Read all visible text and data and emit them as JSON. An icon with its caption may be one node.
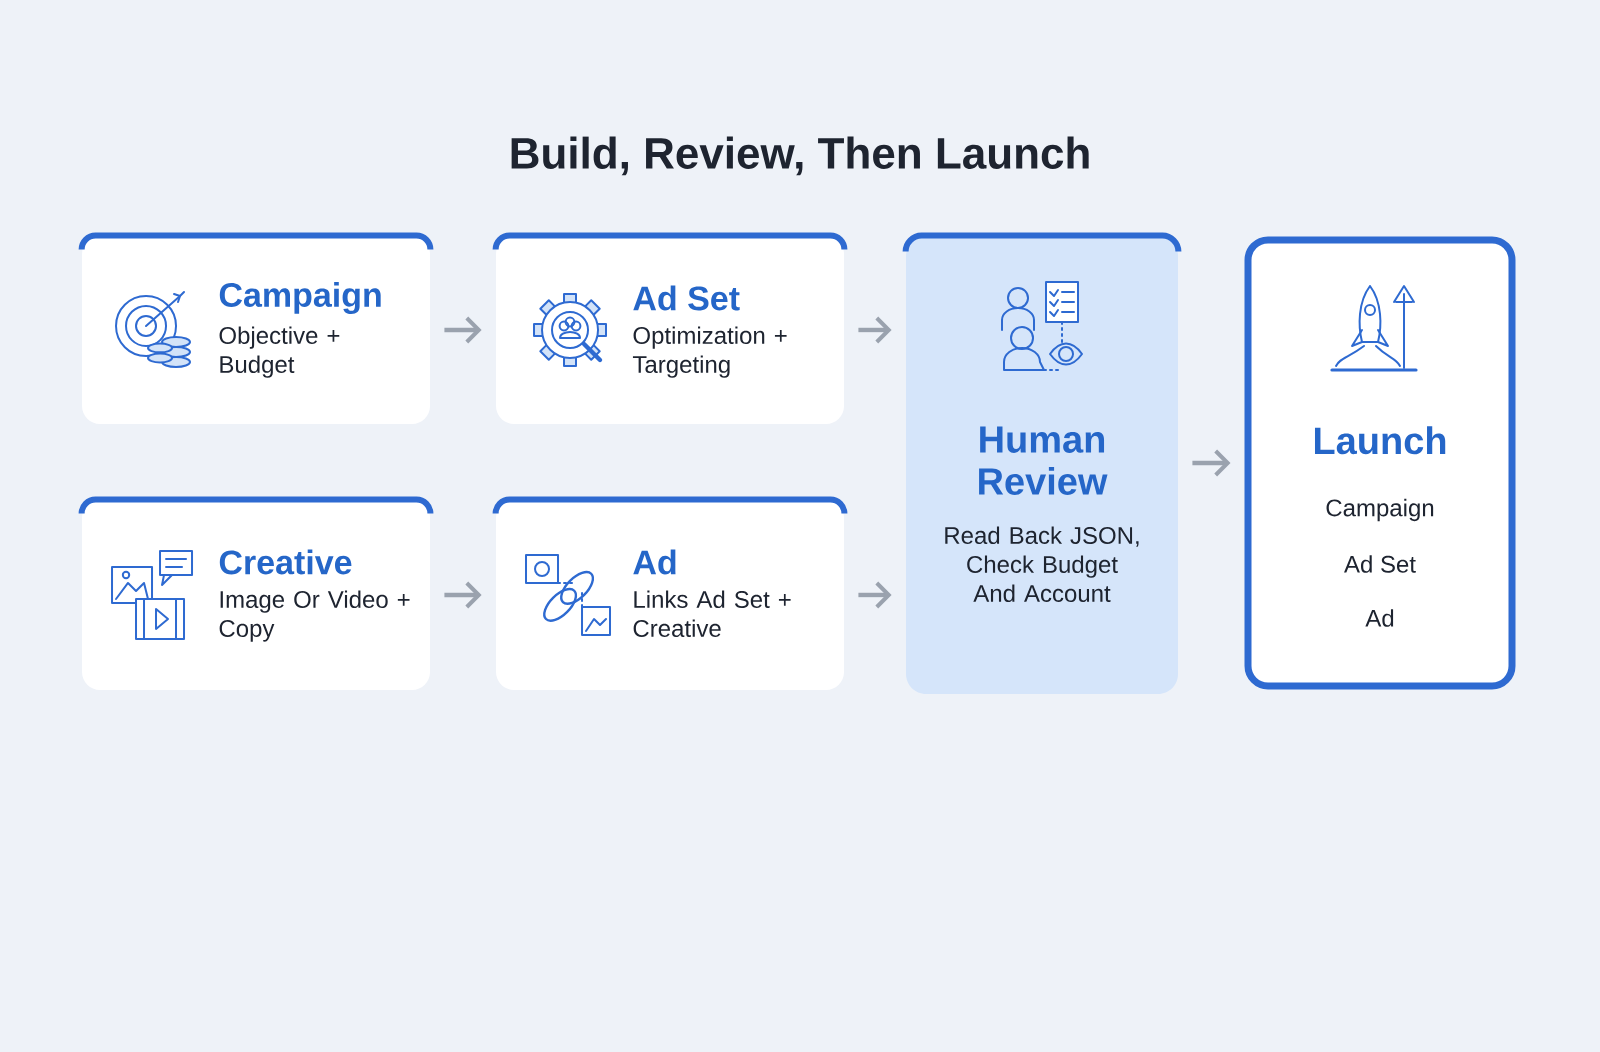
{
  "diagram": {
    "title": "Build, Review, Then Launch",
    "nodes": [
      {
        "text": [
          "Campaign",
          "Objective + Budget"
        ]
      },
      {
        "text": [
          "Ad Set",
          "Optimization + Targeting"
        ]
      },
      {
        "text": [
          "Creative",
          "Image Or Video + Copy"
        ]
      },
      {
        "text": [
          "Ad",
          "Links Ad Set + Creative"
        ]
      },
      {
        "text": [
          "Human Review",
          "Read Back JSON, Check Budget And Account"
        ]
      },
      {
        "text": [
          "Launch",
          "Campaign",
          "Ad Set",
          "Ad"
        ]
      }
    ],
    "edges": [
      {
        "from": 0,
        "to": 1,
        "arrow": "to"
      },
      {
        "from": 1,
        "to": 4,
        "arrow": "to"
      },
      {
        "from": 2,
        "to": 3,
        "arrow": "to"
      },
      {
        "from": 3,
        "to": 4,
        "arrow": "to"
      },
      {
        "from": 4,
        "to": 5,
        "arrow": "to"
      }
    ]
  }
}
